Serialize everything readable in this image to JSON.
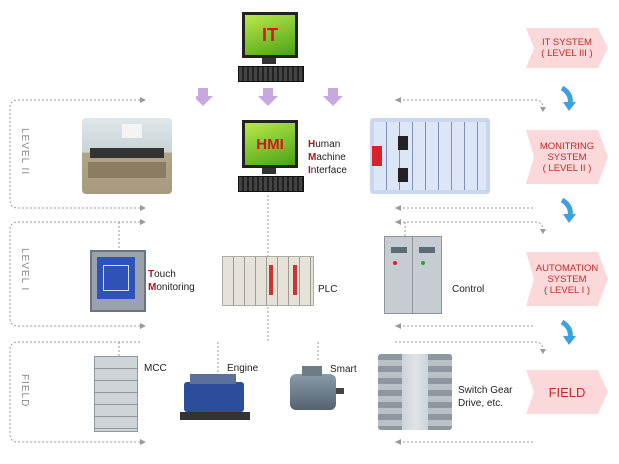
{
  "levels": {
    "level2": "LEVEL II",
    "level1": "LEVEL I",
    "field": "FIELD"
  },
  "top": {
    "it_label": "IT"
  },
  "hmi": {
    "screen": "HMI",
    "line1_initial": "H",
    "line1_rest": "uman",
    "line2_initial": "M",
    "line2_rest": "achine",
    "line3_initial": "I",
    "line3_rest": "nterface"
  },
  "automation": {
    "touch_initial": "T",
    "touch_rest": "ouch",
    "monitoring_initial": "M",
    "monitoring_rest": "onitoring",
    "plc": "PLC",
    "control": "Control"
  },
  "field_devices": {
    "mcc": "MCC",
    "engine": "Engine",
    "smart": "Smart",
    "switch_line1": "Switch Gear",
    "switch_line2": "Drive, etc."
  },
  "side_tags": {
    "it_system": [
      "IT SYSTEM",
      "( LEVEL III )"
    ],
    "monitoring": [
      "MONITRING",
      "SYSTEM",
      "( LEVEL II )"
    ],
    "automation": [
      "AUTOMATION",
      "SYSTEM",
      "( LEVEL I )"
    ],
    "field": "FIELD"
  },
  "colors": {
    "arrow_purple": "#c9a8e0",
    "arrow_blue": "#3aa3dd",
    "tag_pink": "#fbd9da",
    "tag_text": "#c12a2a",
    "accent_red": "#b3161c"
  }
}
